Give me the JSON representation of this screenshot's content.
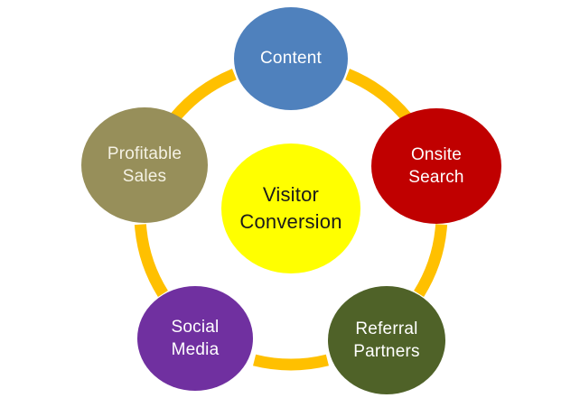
{
  "diagram": {
    "type": "cycle",
    "ring_color": "#FFC000",
    "center": {
      "label": "Visitor Conversion",
      "lines": "Visitor\nConversion",
      "color": "#FFFF00",
      "text_color": "#1A1A1A"
    },
    "nodes": [
      {
        "label": "Content",
        "lines": "Content",
        "color": "#4F81BD",
        "text_color": "#FFFFFF"
      },
      {
        "label": "Onsite Search",
        "lines": "Onsite\nSearch",
        "color": "#C00000",
        "text_color": "#FFFFFF"
      },
      {
        "label": "Referral Partners",
        "lines": "Referral\nPartners",
        "color": "#4F6228",
        "text_color": "#FFFFFF"
      },
      {
        "label": "Social Media",
        "lines": "Social\nMedia",
        "color": "#7030A0",
        "text_color": "#FFFFFF"
      },
      {
        "label": "Profitable Sales",
        "lines": "Profitable\nSales",
        "color": "#978F5A",
        "text_color": "#F5F2E4"
      }
    ]
  }
}
